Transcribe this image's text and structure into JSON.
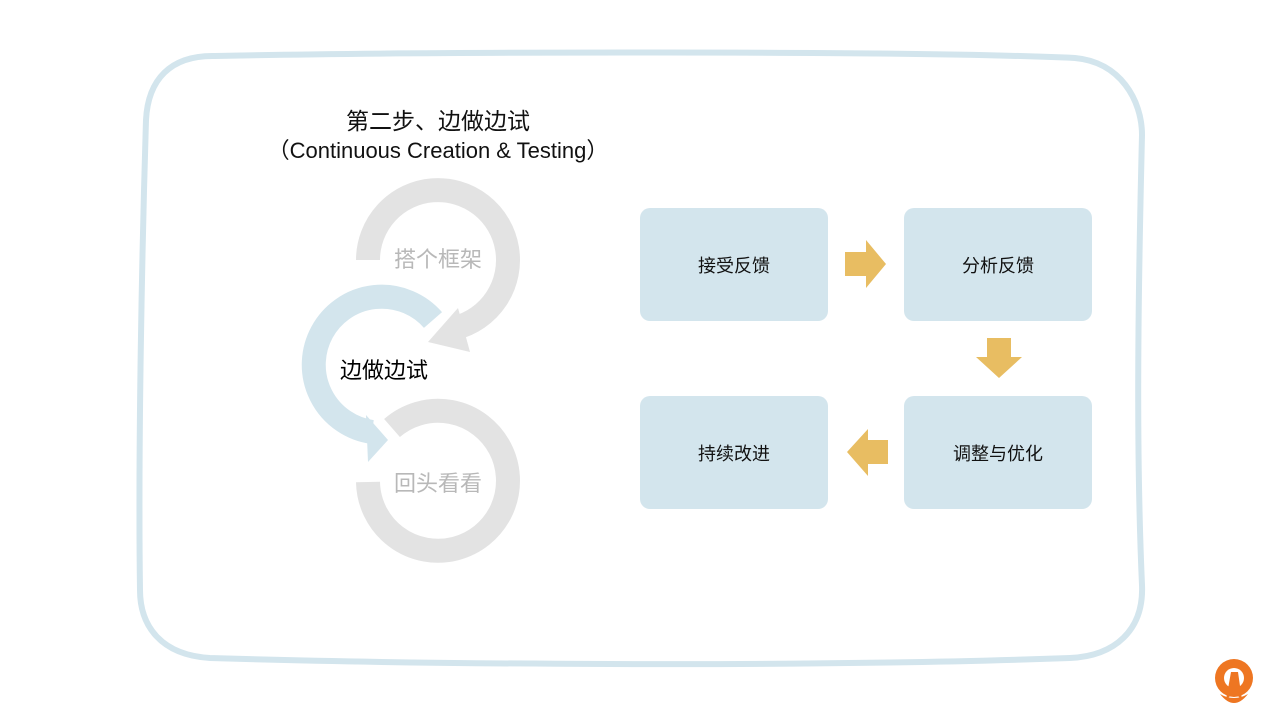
{
  "title": "第二步、边做边试",
  "subtitle": "（Continuous Creation & Testing）",
  "cycle": {
    "top": "搭个框架",
    "middle": "边做边试",
    "bottom": "回头看看"
  },
  "flow": {
    "box1": "接受反馈",
    "box2": "分析反馈",
    "box3": "调整与优化",
    "box4": "持续改进"
  },
  "colors": {
    "box": "#d3e5ed",
    "arrow": "#e8bd62",
    "ring_gray": "#e3e3e3",
    "ring_blue": "#d3e5ed",
    "logo": "#ee7622"
  }
}
